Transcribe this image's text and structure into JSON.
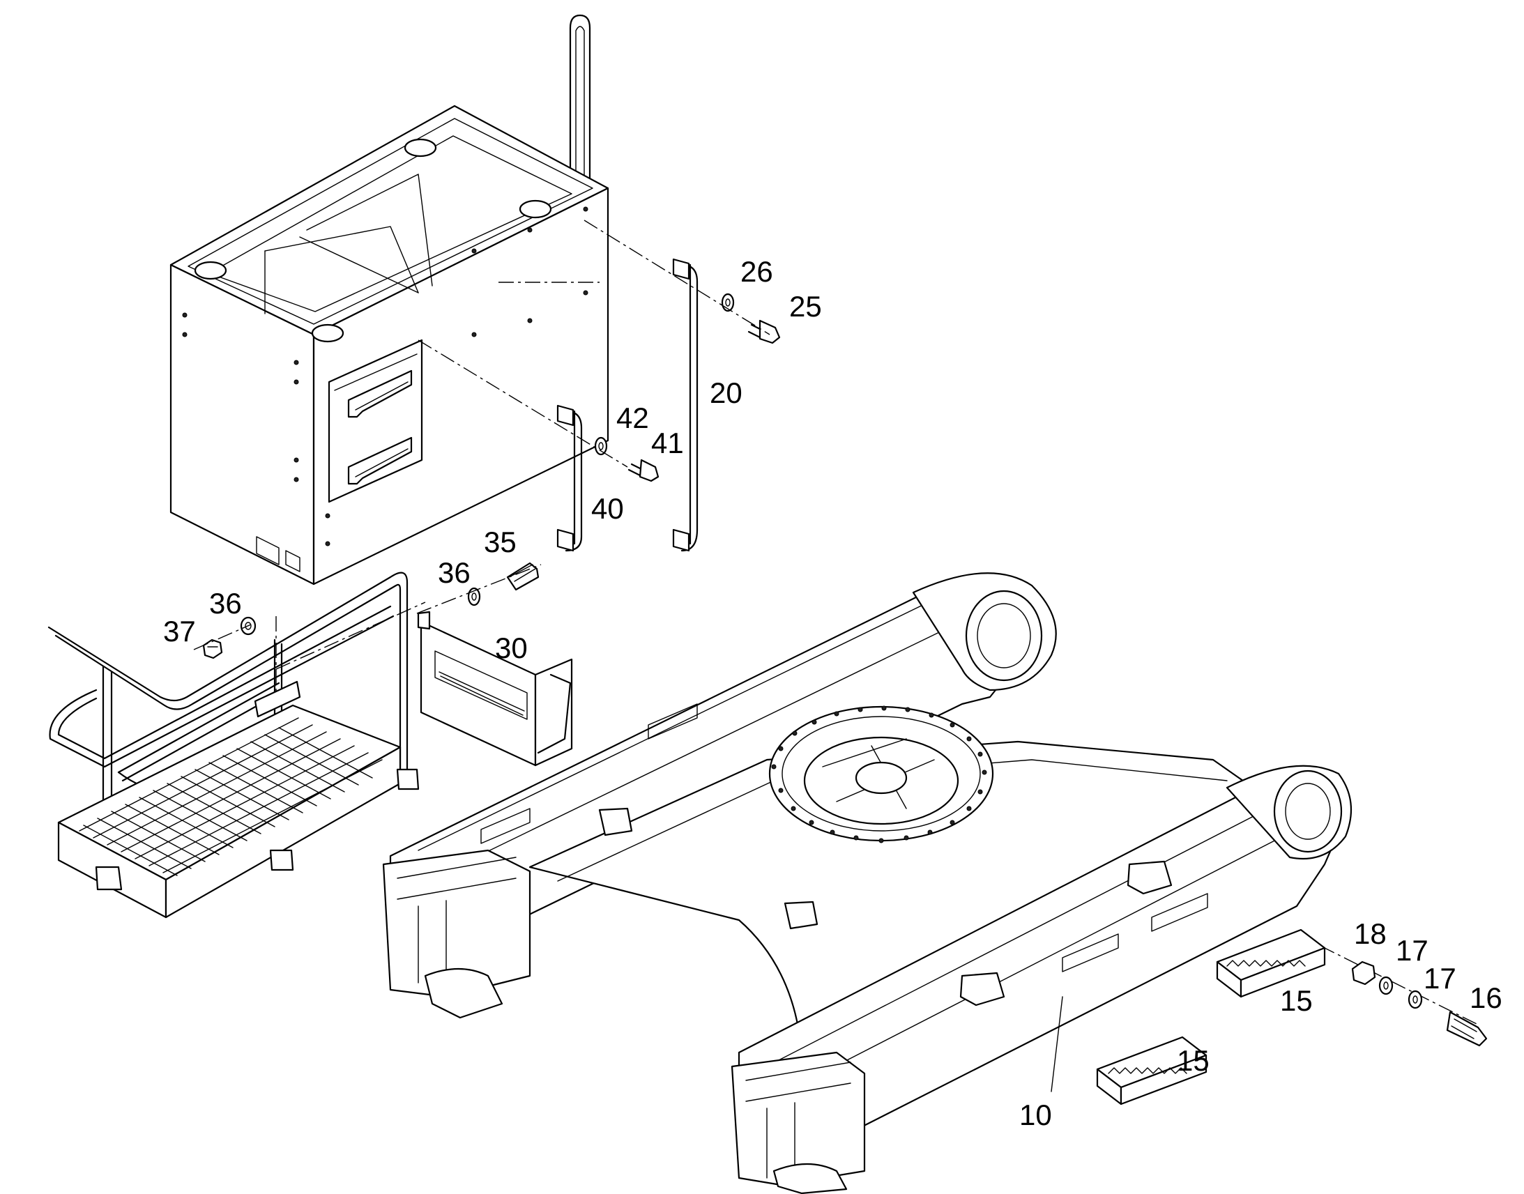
{
  "callouts": [
    {
      "id": "c26",
      "text": "26"
    },
    {
      "id": "c25",
      "text": "25"
    },
    {
      "id": "c20",
      "text": "20"
    },
    {
      "id": "c42",
      "text": "42"
    },
    {
      "id": "c41",
      "text": "41"
    },
    {
      "id": "c40",
      "text": "40"
    },
    {
      "id": "c35",
      "text": "35"
    },
    {
      "id": "c36a",
      "text": "36"
    },
    {
      "id": "c36b",
      "text": "36"
    },
    {
      "id": "c37",
      "text": "37"
    },
    {
      "id": "c30",
      "text": "30"
    },
    {
      "id": "c18",
      "text": "18"
    },
    {
      "id": "c17a",
      "text": "17"
    },
    {
      "id": "c17b",
      "text": "17"
    },
    {
      "id": "c16",
      "text": "16"
    },
    {
      "id": "c15a",
      "text": "15"
    },
    {
      "id": "c15b",
      "text": "15"
    },
    {
      "id": "c10",
      "text": "10"
    }
  ]
}
